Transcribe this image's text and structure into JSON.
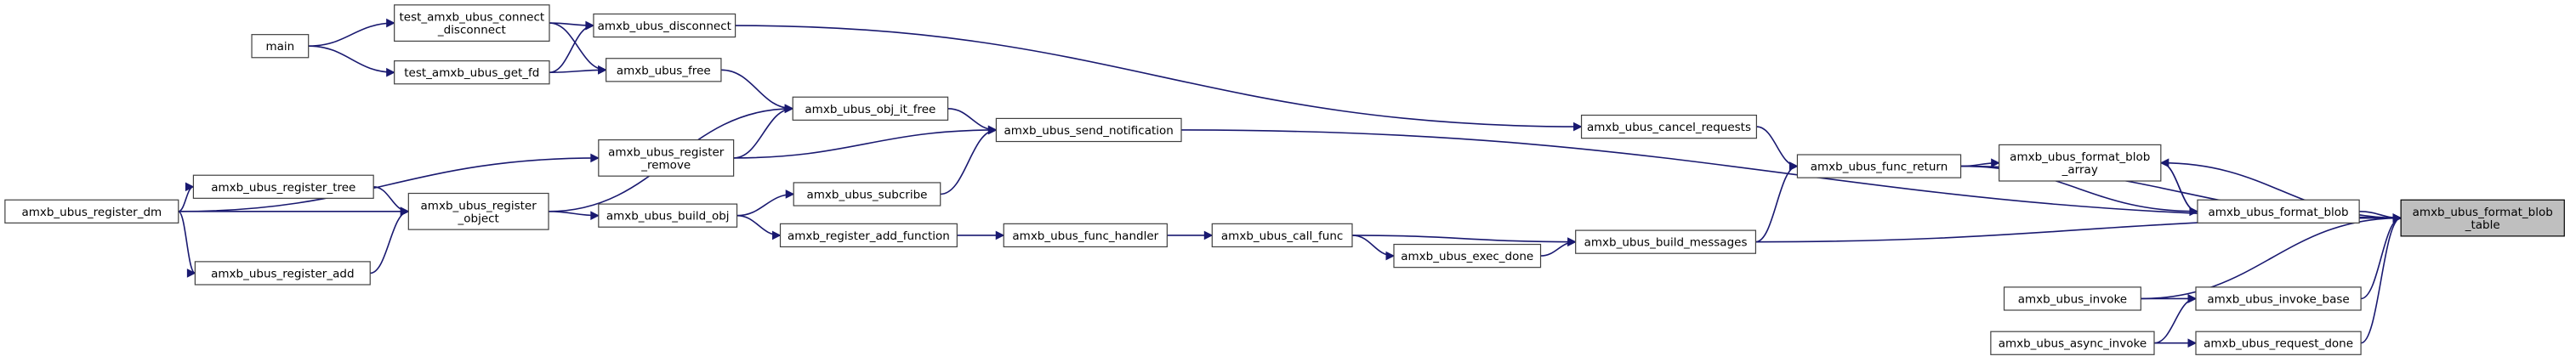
{
  "diagram": {
    "type": "call-graph",
    "nodes": [
      {
        "id": "main",
        "lines": [
          "main"
        ]
      },
      {
        "id": "test_connect_disconnect",
        "lines": [
          "test_amxb_ubus_connect",
          "_disconnect"
        ]
      },
      {
        "id": "test_get_fd",
        "lines": [
          "test_amxb_ubus_get_fd"
        ]
      },
      {
        "id": "amxb_ubus_disconnect",
        "lines": [
          "amxb_ubus_disconnect"
        ]
      },
      {
        "id": "amxb_ubus_free",
        "lines": [
          "amxb_ubus_free"
        ]
      },
      {
        "id": "amxb_ubus_register_dm",
        "lines": [
          "amxb_ubus_register_dm"
        ]
      },
      {
        "id": "amxb_ubus_register_tree",
        "lines": [
          "amxb_ubus_register_tree"
        ]
      },
      {
        "id": "amxb_ubus_register_add",
        "lines": [
          "amxb_ubus_register_add"
        ]
      },
      {
        "id": "amxb_ubus_register_object",
        "lines": [
          "amxb_ubus_register",
          "_object"
        ]
      },
      {
        "id": "amxb_ubus_register_remove",
        "lines": [
          "amxb_ubus_register",
          "_remove"
        ]
      },
      {
        "id": "amxb_ubus_build_obj",
        "lines": [
          "amxb_ubus_build_obj"
        ]
      },
      {
        "id": "amxb_ubus_obj_it_free",
        "lines": [
          "amxb_ubus_obj_it_free"
        ]
      },
      {
        "id": "amxb_ubus_subcribe",
        "lines": [
          "amxb_ubus_subcribe"
        ]
      },
      {
        "id": "amxb_register_add_function",
        "lines": [
          "amxb_register_add_function"
        ]
      },
      {
        "id": "amxb_ubus_send_notification",
        "lines": [
          "amxb_ubus_send_notification"
        ]
      },
      {
        "id": "amxb_ubus_func_handler",
        "lines": [
          "amxb_ubus_func_handler"
        ]
      },
      {
        "id": "amxb_ubus_call_func",
        "lines": [
          "amxb_ubus_call_func"
        ]
      },
      {
        "id": "amxb_ubus_exec_done",
        "lines": [
          "amxb_ubus_exec_done"
        ]
      },
      {
        "id": "amxb_ubus_cancel_requests",
        "lines": [
          "amxb_ubus_cancel_requests"
        ]
      },
      {
        "id": "amxb_ubus_build_messages",
        "lines": [
          "amxb_ubus_build_messages"
        ]
      },
      {
        "id": "amxb_ubus_func_return",
        "lines": [
          "amxb_ubus_func_return"
        ]
      },
      {
        "id": "amxb_ubus_format_blob_array",
        "lines": [
          "amxb_ubus_format_blob",
          "_array"
        ]
      },
      {
        "id": "amxb_ubus_format_blob",
        "lines": [
          "amxb_ubus_format_blob"
        ]
      },
      {
        "id": "amxb_ubus_invoke",
        "lines": [
          "amxb_ubus_invoke"
        ]
      },
      {
        "id": "amxb_ubus_invoke_base",
        "lines": [
          "amxb_ubus_invoke_base"
        ]
      },
      {
        "id": "amxb_ubus_async_invoke",
        "lines": [
          "amxb_ubus_async_invoke"
        ]
      },
      {
        "id": "amxb_ubus_request_done",
        "lines": [
          "amxb_ubus_request_done"
        ]
      },
      {
        "id": "amxb_ubus_format_blob_table",
        "lines": [
          "amxb_ubus_format_blob",
          "_table"
        ],
        "highlighted": true
      }
    ],
    "edges": [
      [
        "amxb_ubus_format_blob_table",
        "amxb_ubus_func_return"
      ],
      [
        "amxb_ubus_format_blob_table",
        "amxb_ubus_send_notification"
      ],
      [
        "amxb_ubus_format_blob_table",
        "amxb_ubus_format_blob_array"
      ],
      [
        "amxb_ubus_format_blob_table",
        "amxb_ubus_format_blob"
      ],
      [
        "amxb_ubus_format_blob_table",
        "amxb_ubus_build_messages"
      ],
      [
        "amxb_ubus_format_blob_table",
        "amxb_ubus_invoke"
      ],
      [
        "amxb_ubus_format_blob_table",
        "amxb_ubus_invoke_base"
      ],
      [
        "amxb_ubus_format_blob_table",
        "amxb_ubus_request_done"
      ],
      [
        "amxb_ubus_format_blob_array",
        "amxb_ubus_format_blob"
      ],
      [
        "amxb_ubus_format_blob_array",
        "amxb_ubus_func_return"
      ],
      [
        "amxb_ubus_format_blob",
        "amxb_ubus_format_blob_array"
      ],
      [
        "amxb_ubus_format_blob",
        "amxb_ubus_func_return"
      ],
      [
        "amxb_ubus_func_return",
        "amxb_ubus_cancel_requests"
      ],
      [
        "amxb_ubus_func_return",
        "amxb_ubus_build_messages"
      ],
      [
        "amxb_ubus_cancel_requests",
        "amxb_ubus_disconnect"
      ],
      [
        "amxb_ubus_build_messages",
        "amxb_ubus_call_func"
      ],
      [
        "amxb_ubus_build_messages",
        "amxb_ubus_exec_done"
      ],
      [
        "amxb_ubus_exec_done",
        "amxb_ubus_call_func"
      ],
      [
        "amxb_ubus_call_func",
        "amxb_ubus_func_handler"
      ],
      [
        "amxb_ubus_func_handler",
        "amxb_register_add_function"
      ],
      [
        "amxb_register_add_function",
        "amxb_ubus_build_obj"
      ],
      [
        "amxb_ubus_build_obj",
        "amxb_ubus_register_object"
      ],
      [
        "amxb_ubus_send_notification",
        "amxb_ubus_obj_it_free"
      ],
      [
        "amxb_ubus_send_notification",
        "amxb_ubus_register_remove"
      ],
      [
        "amxb_ubus_send_notification",
        "amxb_ubus_subcribe"
      ],
      [
        "amxb_ubus_subcribe",
        "amxb_ubus_build_obj"
      ],
      [
        "amxb_ubus_obj_it_free",
        "amxb_ubus_free"
      ],
      [
        "amxb_ubus_obj_it_free",
        "amxb_ubus_register_object"
      ],
      [
        "amxb_ubus_obj_it_free",
        "amxb_ubus_register_remove"
      ],
      [
        "amxb_ubus_register_remove",
        "amxb_ubus_register_dm"
      ],
      [
        "amxb_ubus_register_object",
        "amxb_ubus_register_tree"
      ],
      [
        "amxb_ubus_register_object",
        "amxb_ubus_register_dm"
      ],
      [
        "amxb_ubus_register_object",
        "amxb_ubus_register_add"
      ],
      [
        "amxb_ubus_register_tree",
        "amxb_ubus_register_dm"
      ],
      [
        "amxb_ubus_register_add",
        "amxb_ubus_register_dm"
      ],
      [
        "amxb_ubus_disconnect",
        "test_connect_disconnect"
      ],
      [
        "amxb_ubus_free",
        "test_connect_disconnect"
      ],
      [
        "amxb_ubus_free",
        "test_get_fd"
      ],
      [
        "test_connect_disconnect",
        "main"
      ],
      [
        "test_get_fd",
        "main"
      ],
      [
        "amxb_ubus_disconnect",
        "test_get_fd"
      ],
      [
        "amxb_ubus_request_done",
        "amxb_ubus_async_invoke"
      ],
      [
        "amxb_ubus_invoke_base",
        "amxb_ubus_invoke"
      ],
      [
        "amxb_ubus_invoke_base",
        "amxb_ubus_async_invoke"
      ]
    ]
  },
  "colors": {
    "edge": "#191970",
    "node_border": "#404040",
    "root_fill": "#bfbfbf"
  }
}
